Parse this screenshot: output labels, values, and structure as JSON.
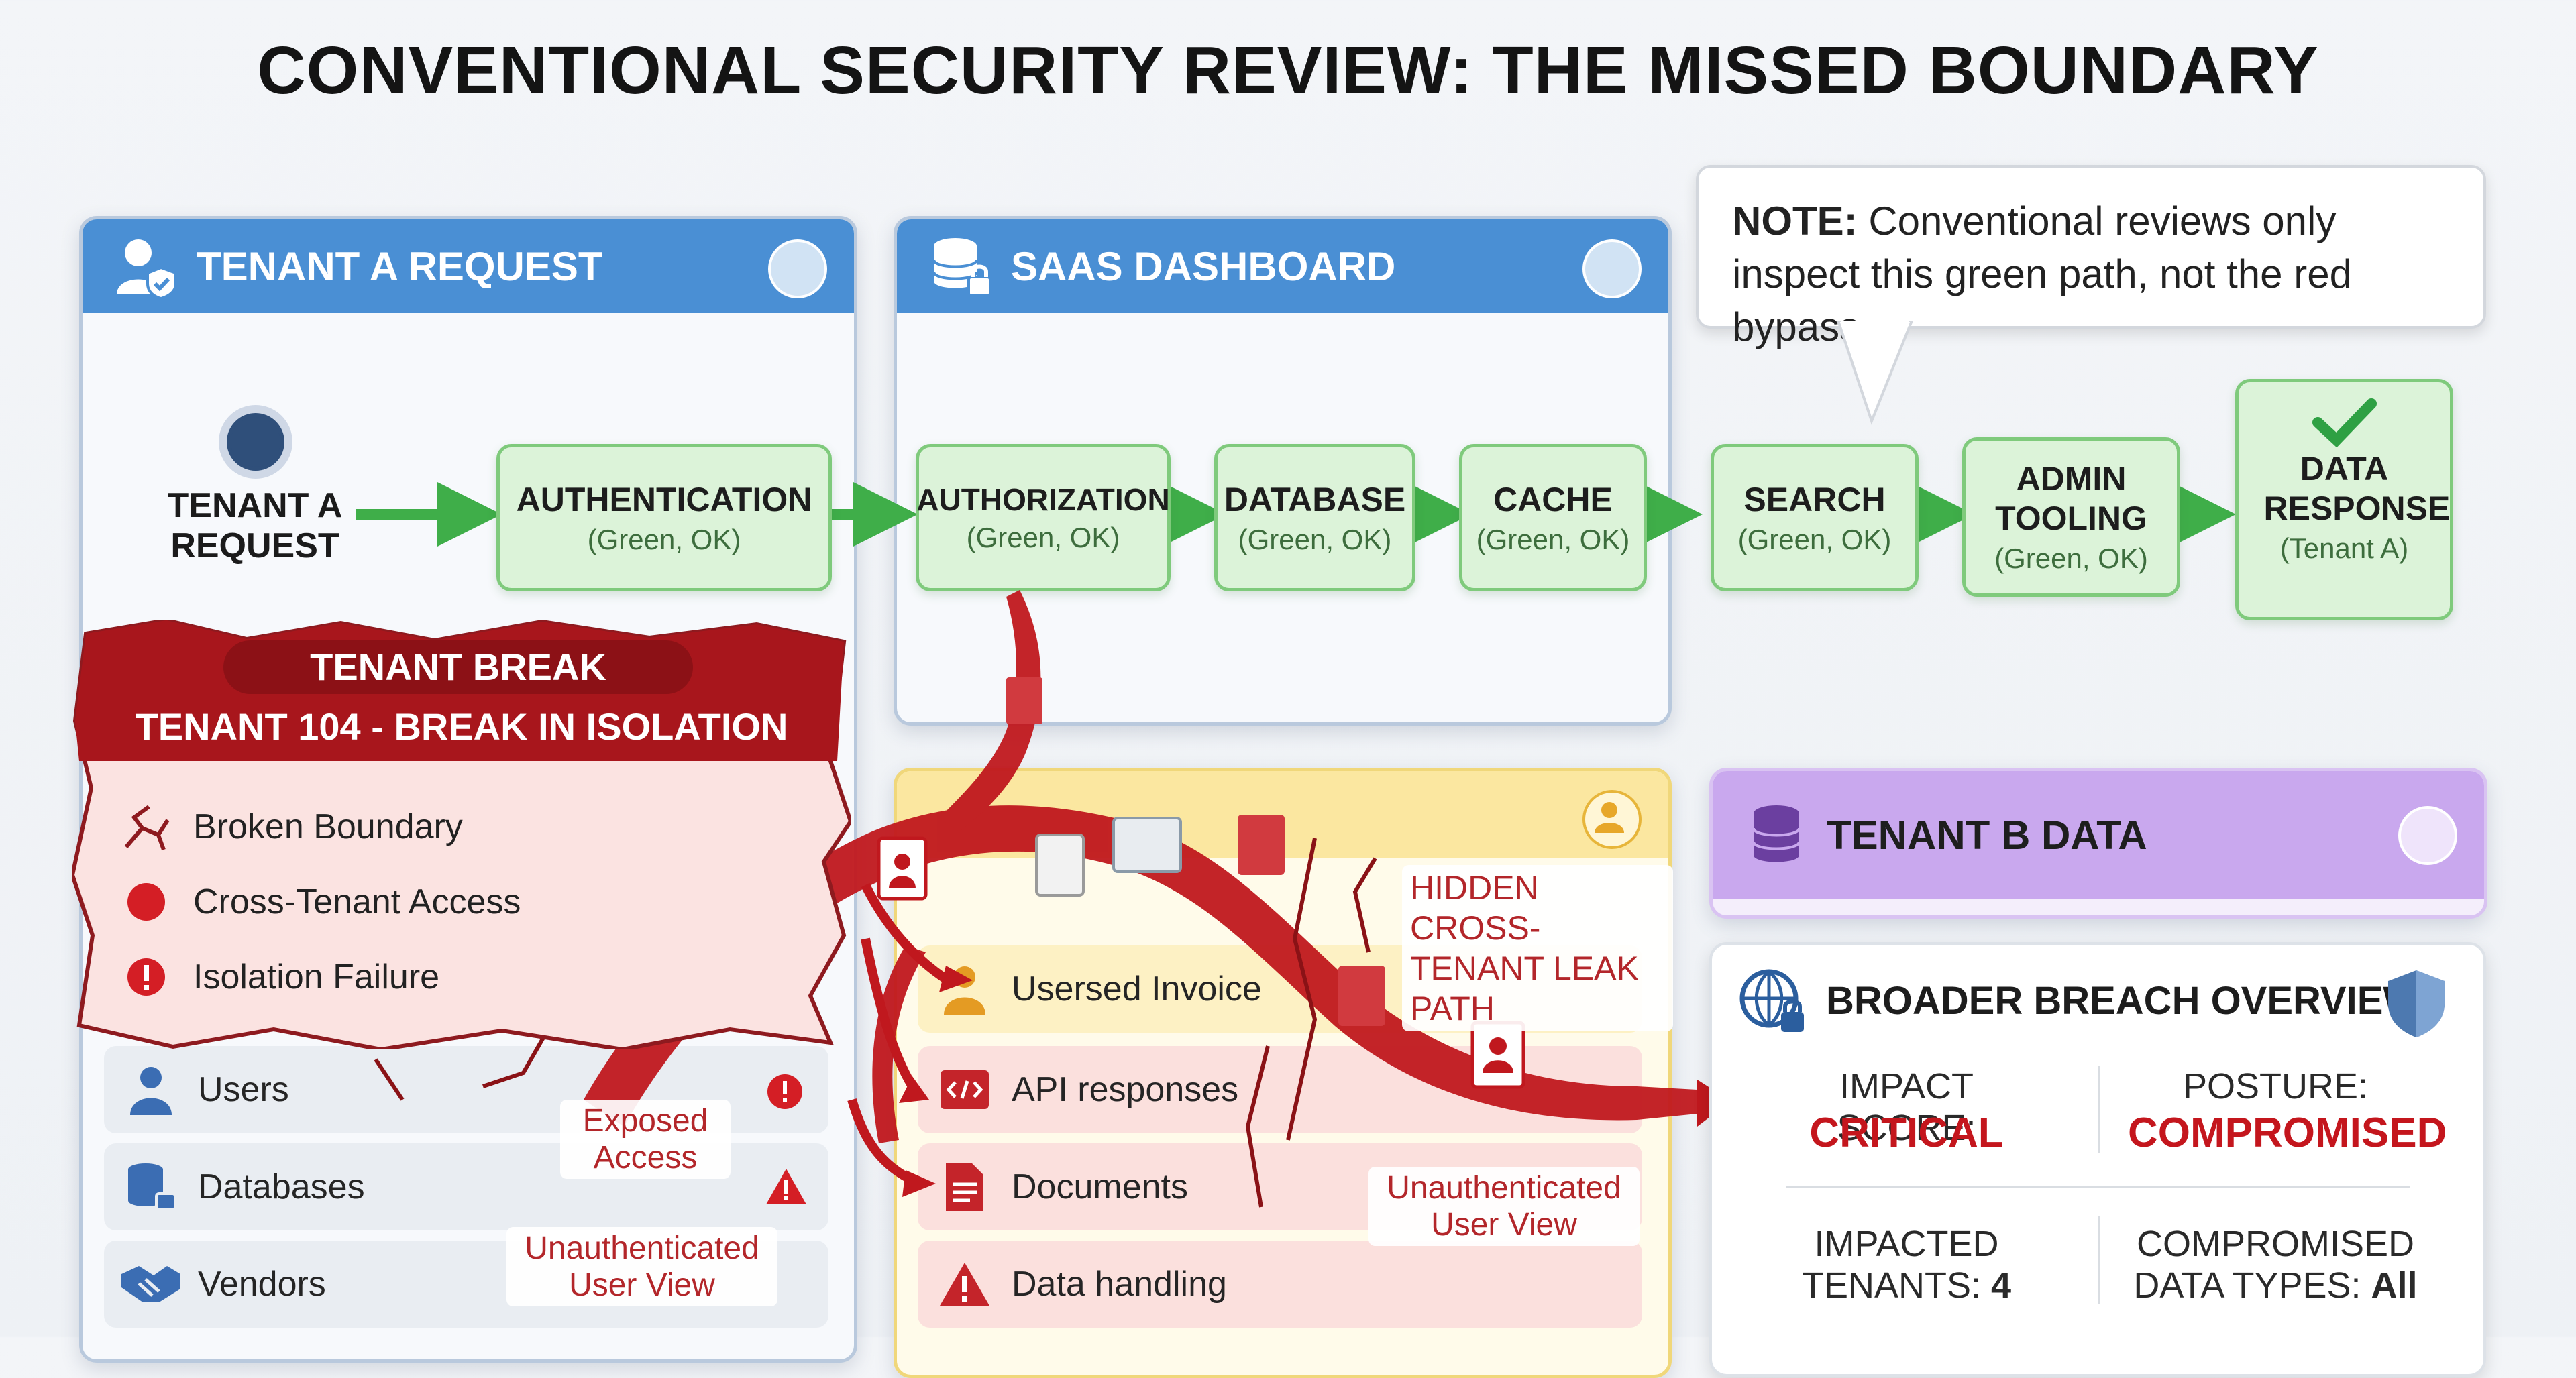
{
  "title": "CONVENTIONAL SECURITY REVIEW: THE MISSED BOUNDARY",
  "note": {
    "bold": "NOTE:",
    "text": "Conventional reviews only inspect this green path, not the red bypass."
  },
  "panels": {
    "tenant_a": {
      "title": "TENANT A REQUEST",
      "color": "#4a8fd4",
      "icon": "user-shield-icon"
    },
    "saas": {
      "title": "SAAS DASHBOARD",
      "color": "#4a8fd4",
      "icon": "database-lock-icon"
    },
    "tenant_b": {
      "title": "TENANT B DATA",
      "color": "#c9a8ee",
      "icon": "database-icon"
    }
  },
  "flow": {
    "start": {
      "label": "TENANT A REQUEST"
    },
    "nodes": [
      {
        "label": "AUTHENTICATION",
        "status": "(Green, OK)"
      },
      {
        "label": "AUTHORIZATION",
        "status": "(Green, OK)"
      },
      {
        "label": "DATABASE",
        "status": "(Green, OK)"
      },
      {
        "label": "CACHE",
        "status": "(Green, OK)"
      },
      {
        "label": "SEARCH",
        "status": "(Green, OK)"
      },
      {
        "label": "ADMIN TOOLING",
        "status": "(Green, OK)"
      },
      {
        "label": "DATA RESPONSE",
        "status": "(Tenant A)"
      }
    ],
    "colors": {
      "ok_fill": "#dcf3d9",
      "ok_border": "#7fca7c",
      "arrow": "#3fae49"
    }
  },
  "tenant_break": {
    "title": "TENANT BREAK",
    "subtitle": "TENANT 104 - BREAK IN ISOLATION",
    "items": [
      {
        "label": "Broken Boundary",
        "icon": "crack-icon"
      },
      {
        "label": "Cross-Tenant Access",
        "icon": "red-dot-icon"
      },
      {
        "label": "Isolation Failure",
        "icon": "alert-circle-icon"
      }
    ],
    "color": "#b01d22"
  },
  "left_rows": [
    {
      "label": "Users",
      "icon": "user-icon"
    },
    {
      "label": "Databases",
      "icon": "database-lock-icon"
    },
    {
      "label": "Vendors",
      "icon": "handshake-icon"
    }
  ],
  "saas_rows": [
    {
      "label": "Usersed Invoice",
      "icon": "user-icon"
    },
    {
      "label": "API responses",
      "icon": "code-icon"
    },
    {
      "label": "Documents",
      "icon": "document-icon"
    },
    {
      "label": "Data handling",
      "icon": "warning-icon"
    }
  ],
  "annotations": {
    "exposed_access": "Exposed Access",
    "unauth_left": "Unauthenticated User View",
    "unauth_right": "Unauthenticated User View",
    "hidden_path": "HIDDEN CROSS-TENANT LEAK PATH"
  },
  "breach": {
    "title": "BROADER BREACH OVERVIEW",
    "impact_label": "IMPACT SCORE:",
    "impact_value": "CRITICAL",
    "posture_label": "POSTURE:",
    "posture_value": "COMPROMISED",
    "tenants_label": "IMPACTED TENANTS:",
    "tenants_value": "4",
    "types_label": "COMPROMISED DATA TYPES:",
    "types_value": "All"
  },
  "accent": {
    "red": "#c0181e",
    "blue": "#4a8fd4",
    "purple": "#c9a8ee"
  }
}
